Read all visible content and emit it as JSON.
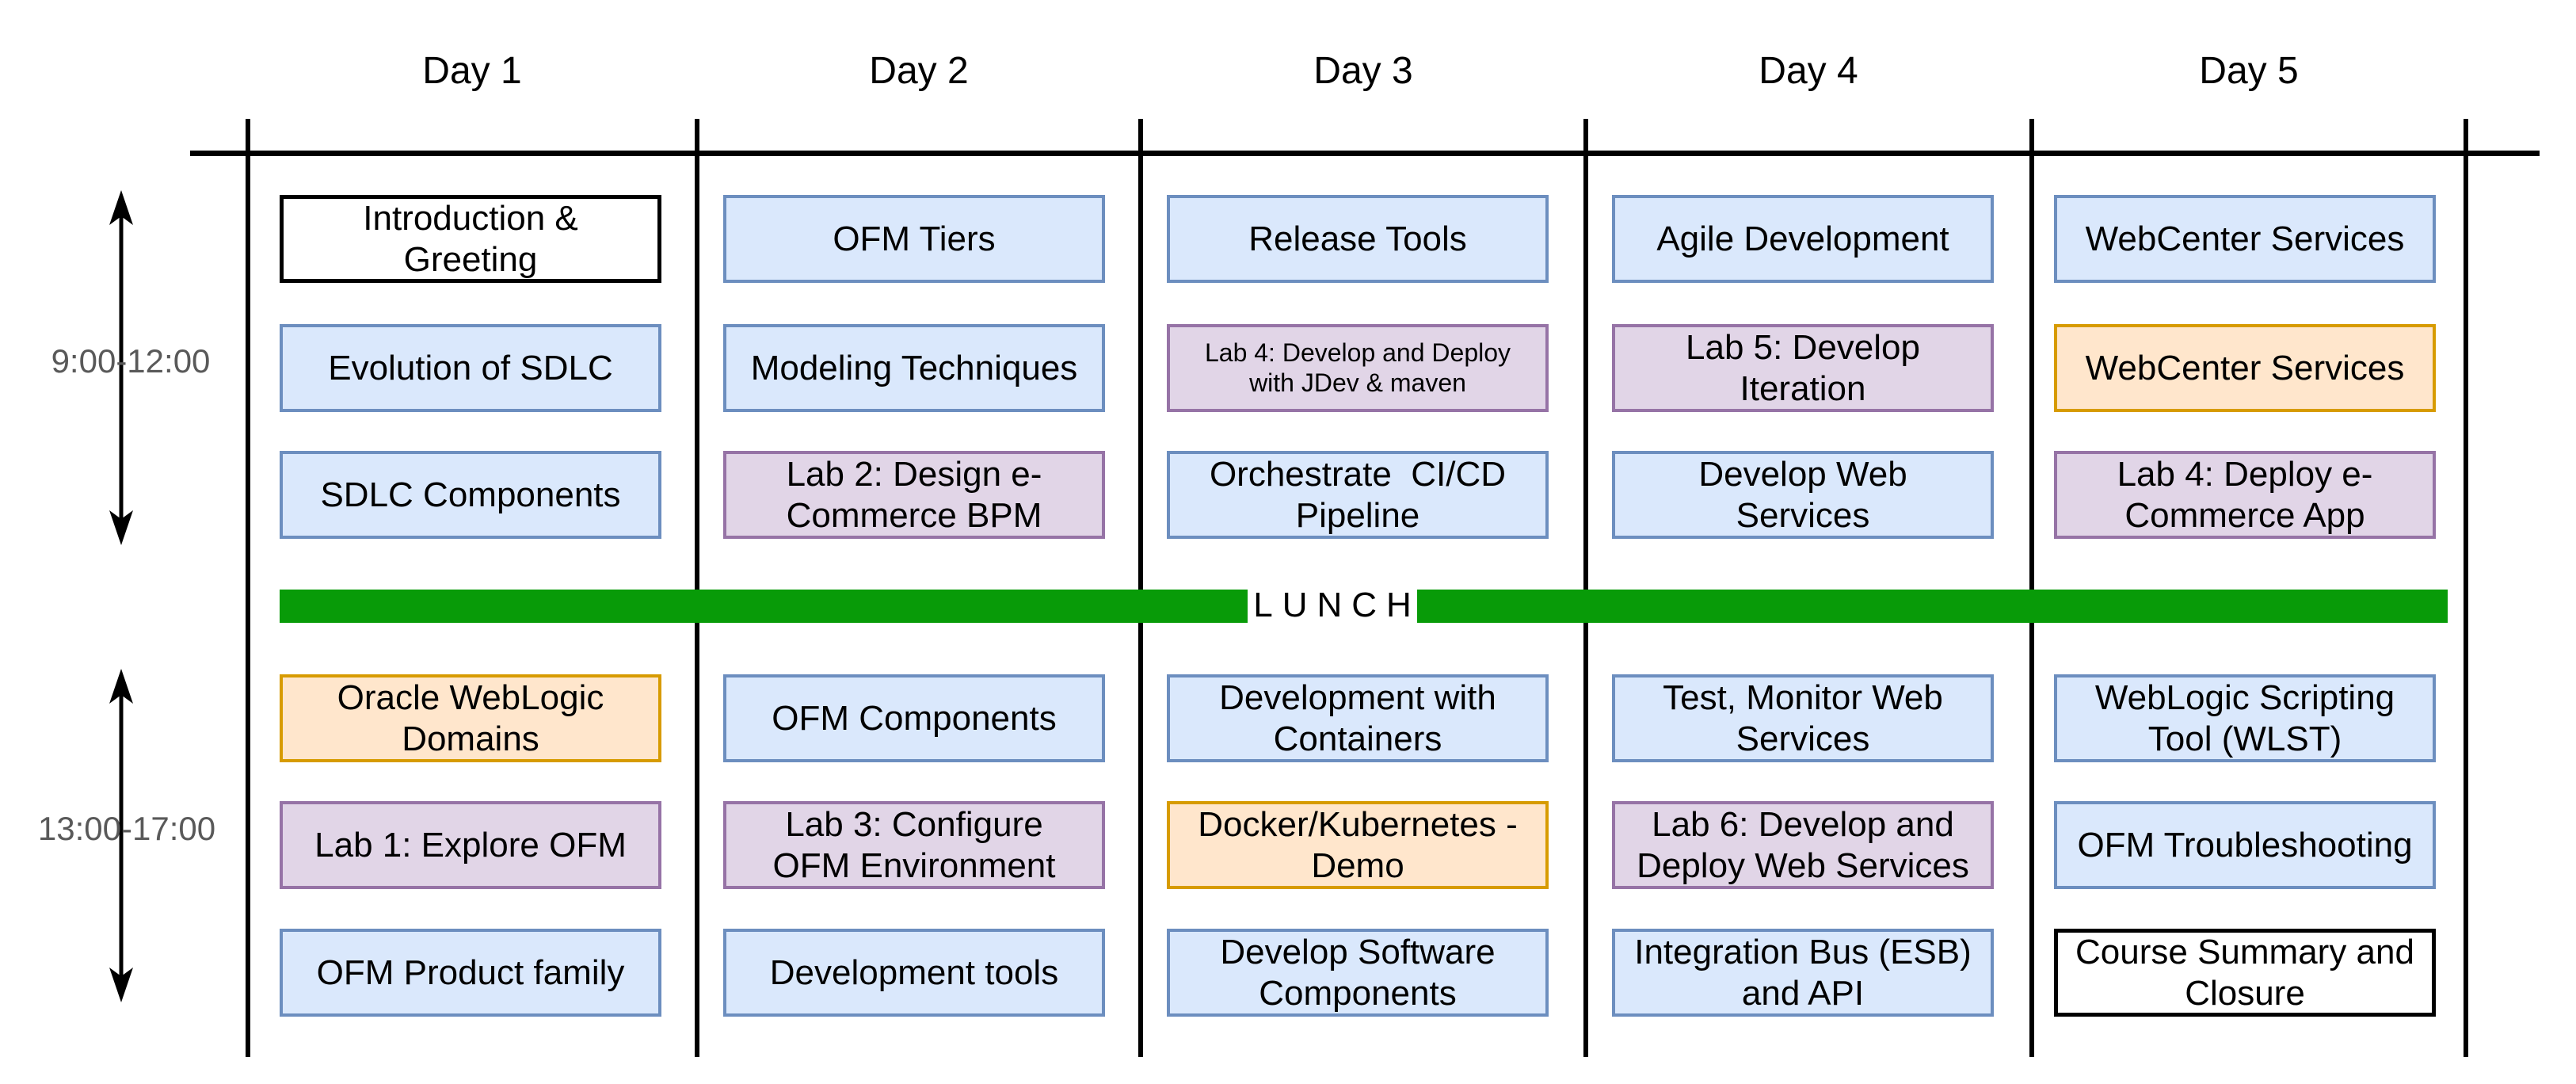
{
  "colors": {
    "blue_fill": "#dae8fc",
    "blue_stroke": "#6c8ebf",
    "purple_fill": "#e1d5e7",
    "purple_stroke": "#9673a6",
    "orange_fill": "#ffe6cc",
    "orange_stroke": "#d79b00",
    "white_fill": "#ffffff",
    "black_stroke": "#000000",
    "lunch_green": "#089b08",
    "time_text": "#595959"
  },
  "time_axis": {
    "morning": "9:00-12:00",
    "afternoon": "13:00-17:00"
  },
  "lunch": {
    "label": "LUNCH"
  },
  "days": [
    {
      "label": "Day 1",
      "sessions": [
        {
          "label": "Introduction & Greeting",
          "style": "white"
        },
        {
          "label": "Evolution of SDLC",
          "style": "blue"
        },
        {
          "label": "SDLC Components",
          "style": "blue"
        },
        {
          "label": "Oracle WebLogic Domains",
          "style": "orange"
        },
        {
          "label": "Lab 1: Explore OFM",
          "style": "purple"
        },
        {
          "label": "OFM Product family",
          "style": "blue"
        }
      ]
    },
    {
      "label": "Day 2",
      "sessions": [
        {
          "label": "OFM Tiers",
          "style": "blue"
        },
        {
          "label": "Modeling Techniques",
          "style": "blue"
        },
        {
          "label": "Lab 2: Design e-Commerce BPM",
          "style": "purple"
        },
        {
          "label": "OFM Components",
          "style": "blue"
        },
        {
          "label": "Lab 3: Configure OFM Environment",
          "style": "purple"
        },
        {
          "label": "Development tools",
          "style": "blue"
        }
      ]
    },
    {
      "label": "Day 3",
      "sessions": [
        {
          "label": "Release Tools",
          "style": "blue"
        },
        {
          "label": "Lab 4: Develop and Deploy with JDev & maven",
          "style": "purple"
        },
        {
          "label": "Orchestrate  CI/CD Pipeline",
          "style": "blue"
        },
        {
          "label": "Development with Containers",
          "style": "blue"
        },
        {
          "label": "Docker/Kubernetes - Demo",
          "style": "orange"
        },
        {
          "label": "Develop Software Components",
          "style": "blue"
        }
      ]
    },
    {
      "label": "Day 4",
      "sessions": [
        {
          "label": "Agile Development",
          "style": "blue"
        },
        {
          "label": "Lab 5: Develop Iteration",
          "style": "purple"
        },
        {
          "label": "Develop Web Services",
          "style": "blue"
        },
        {
          "label": "Test, Monitor Web Services",
          "style": "blue"
        },
        {
          "label": "Lab 6: Develop and Deploy Web Services",
          "style": "purple"
        },
        {
          "label": "Integration Bus (ESB) and API",
          "style": "blue"
        }
      ]
    },
    {
      "label": "Day 5",
      "sessions": [
        {
          "label": "WebCenter Services",
          "style": "blue"
        },
        {
          "label": "WebCenter Services",
          "style": "orange"
        },
        {
          "label": "Lab 4: Deploy e-Commerce App",
          "style": "purple"
        },
        {
          "label": "WebLogic Scripting Tool (WLST)",
          "style": "blue"
        },
        {
          "label": "OFM Troubleshooting",
          "style": "blue"
        },
        {
          "label": "Course Summary and Closure",
          "style": "white"
        }
      ]
    }
  ]
}
